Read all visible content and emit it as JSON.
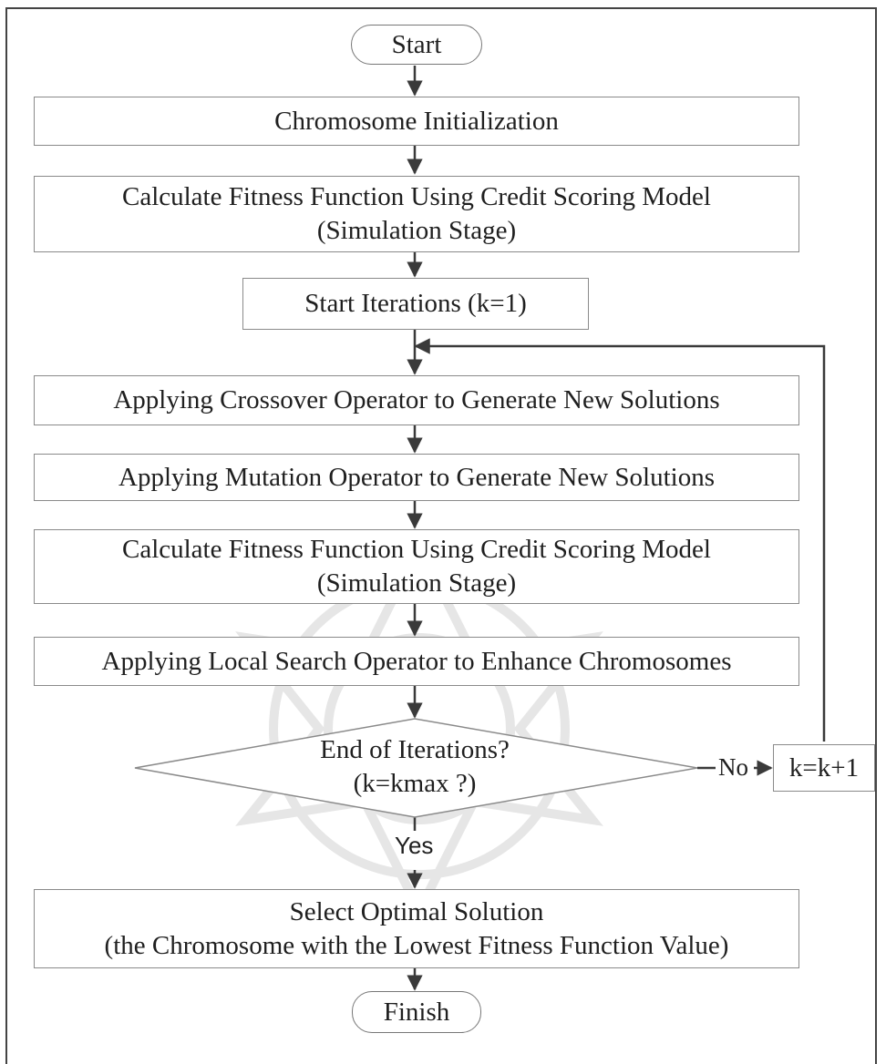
{
  "flowchart": {
    "start": "Start",
    "init": "Chromosome Initialization",
    "fitness1": {
      "line1": "Calculate Fitness Function Using Credit Scoring Model",
      "line2": "(Simulation Stage)"
    },
    "iterations": "Start Iterations (k=1)",
    "crossover": "Applying Crossover Operator to Generate New Solutions",
    "mutation": "Applying Mutation Operator to Generate New Solutions",
    "fitness2": {
      "line1": "Calculate Fitness Function Using Credit Scoring Model",
      "line2": "(Simulation Stage)"
    },
    "local_search": "Applying Local Search Operator to Enhance Chromosomes",
    "decision": {
      "line1": "End of Iterations?",
      "line2": "(k=kmax ?)"
    },
    "no_label": "No",
    "yes_label": "Yes",
    "increment": "k=k+1",
    "select": {
      "line1": "Select Optimal Solution",
      "line2": "(the Chromosome with the Lowest Fitness Function Value)"
    },
    "finish": "Finish"
  },
  "colors": {
    "line": "#3a3a3a",
    "box_border": "#8a8a8a",
    "watermark": "#e3e3e3"
  }
}
